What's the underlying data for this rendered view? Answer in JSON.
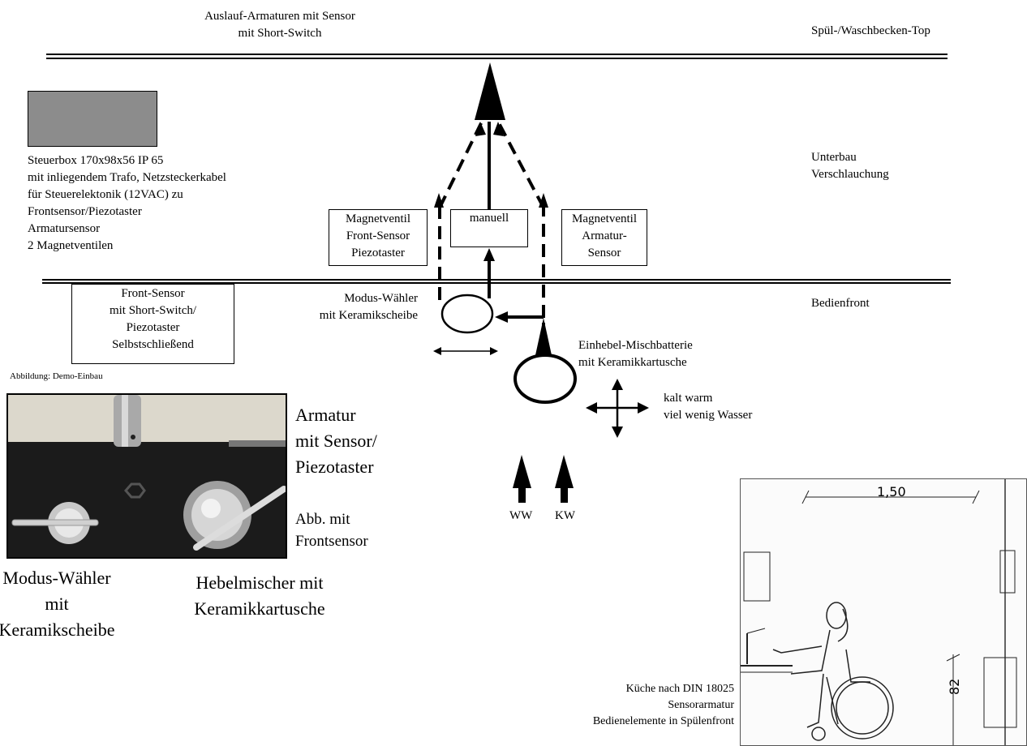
{
  "top": {
    "outlet_label": "Auslauf-Armaturen mit Sensor\nmit Short-Switch",
    "sink_top_label": "Spül-/Waschbecken-Top"
  },
  "controlbox": {
    "description": "Steuerbox 170x98x56 IP 65\nmit inliegendem Trafo, Netzsteckerkabel\nfür Steuerelektonik (12VAC) zu\nFrontsensor/Piezotaster\nArmatursensor\n2 Magnetventilen",
    "fill_color": "#8c8c8c"
  },
  "labels": {
    "underbody": "Unterbau\nVerschlauchung",
    "operating_front": "Bedienfront",
    "mode_selector": "Modus-Wähler\nmit Keramikscheibe",
    "single_lever": "Einhebel-Mischbatterie\nmit Keramikkartusche",
    "temp_flow": "kalt warm\nviel wenig Wasser",
    "ww": "WW",
    "kw": "KW"
  },
  "valves": {
    "left": "Magnetventil\nFront-Sensor\nPiezotaster",
    "manual": "manuell",
    "right": "Magnetventil\nArmatur-\nSensor"
  },
  "front_sensor": "Front-Sensor\nmit Short-Switch/\nPiezotaster\nSelbstschließend",
  "photo": {
    "caption": "Abbildung: Demo-Einbau",
    "label_fitting": "Armatur\nmit Sensor/\nPiezotaster",
    "label_front": "Abb. mit\nFrontsensor",
    "label_mode": "Modus-Wähler\nmit\nKeramikscheibe",
    "label_mixer": "Hebelmischer mit\nKeramikkartusche"
  },
  "kitchen": {
    "caption": "Küche nach DIN 18025\nSensorarmatur\nBedienelemente in Spülenfront",
    "dim_width": "1,50",
    "dim_height": "82"
  }
}
